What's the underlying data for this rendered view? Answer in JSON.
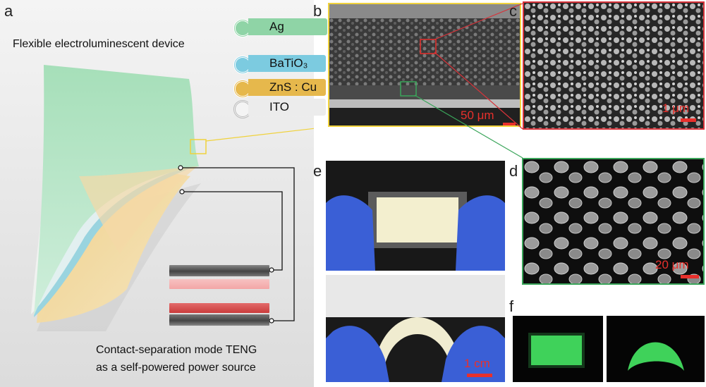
{
  "panels": {
    "a": {
      "letter": "a",
      "title": "Flexible electroluminescent device",
      "layers": [
        {
          "label": "Ag",
          "color": "#8fd4a6"
        },
        {
          "label": "BaTiO₃",
          "color": "#7ccbe0"
        },
        {
          "label": "ZnS : Cu",
          "color": "#e6b84c"
        },
        {
          "label": "ITO",
          "color": "#eeeeee"
        }
      ],
      "caption_line1": "Contact-separation mode TENG",
      "caption_line2": "as a self-powered power source"
    },
    "b": {
      "letter": "b",
      "scale": "50 μm"
    },
    "c": {
      "letter": "c",
      "scale": "1 μm"
    },
    "d": {
      "letter": "d",
      "scale": "20 μm"
    },
    "e": {
      "letter": "e",
      "scale": "1 cm"
    },
    "f": {
      "letter": "f"
    }
  },
  "colors": {
    "highlight_yellow": "#f0d23c",
    "highlight_red": "#d8333a",
    "highlight_green": "#3aa55a",
    "scale_red": "#e8302c",
    "el_green": "#3fd25a"
  }
}
